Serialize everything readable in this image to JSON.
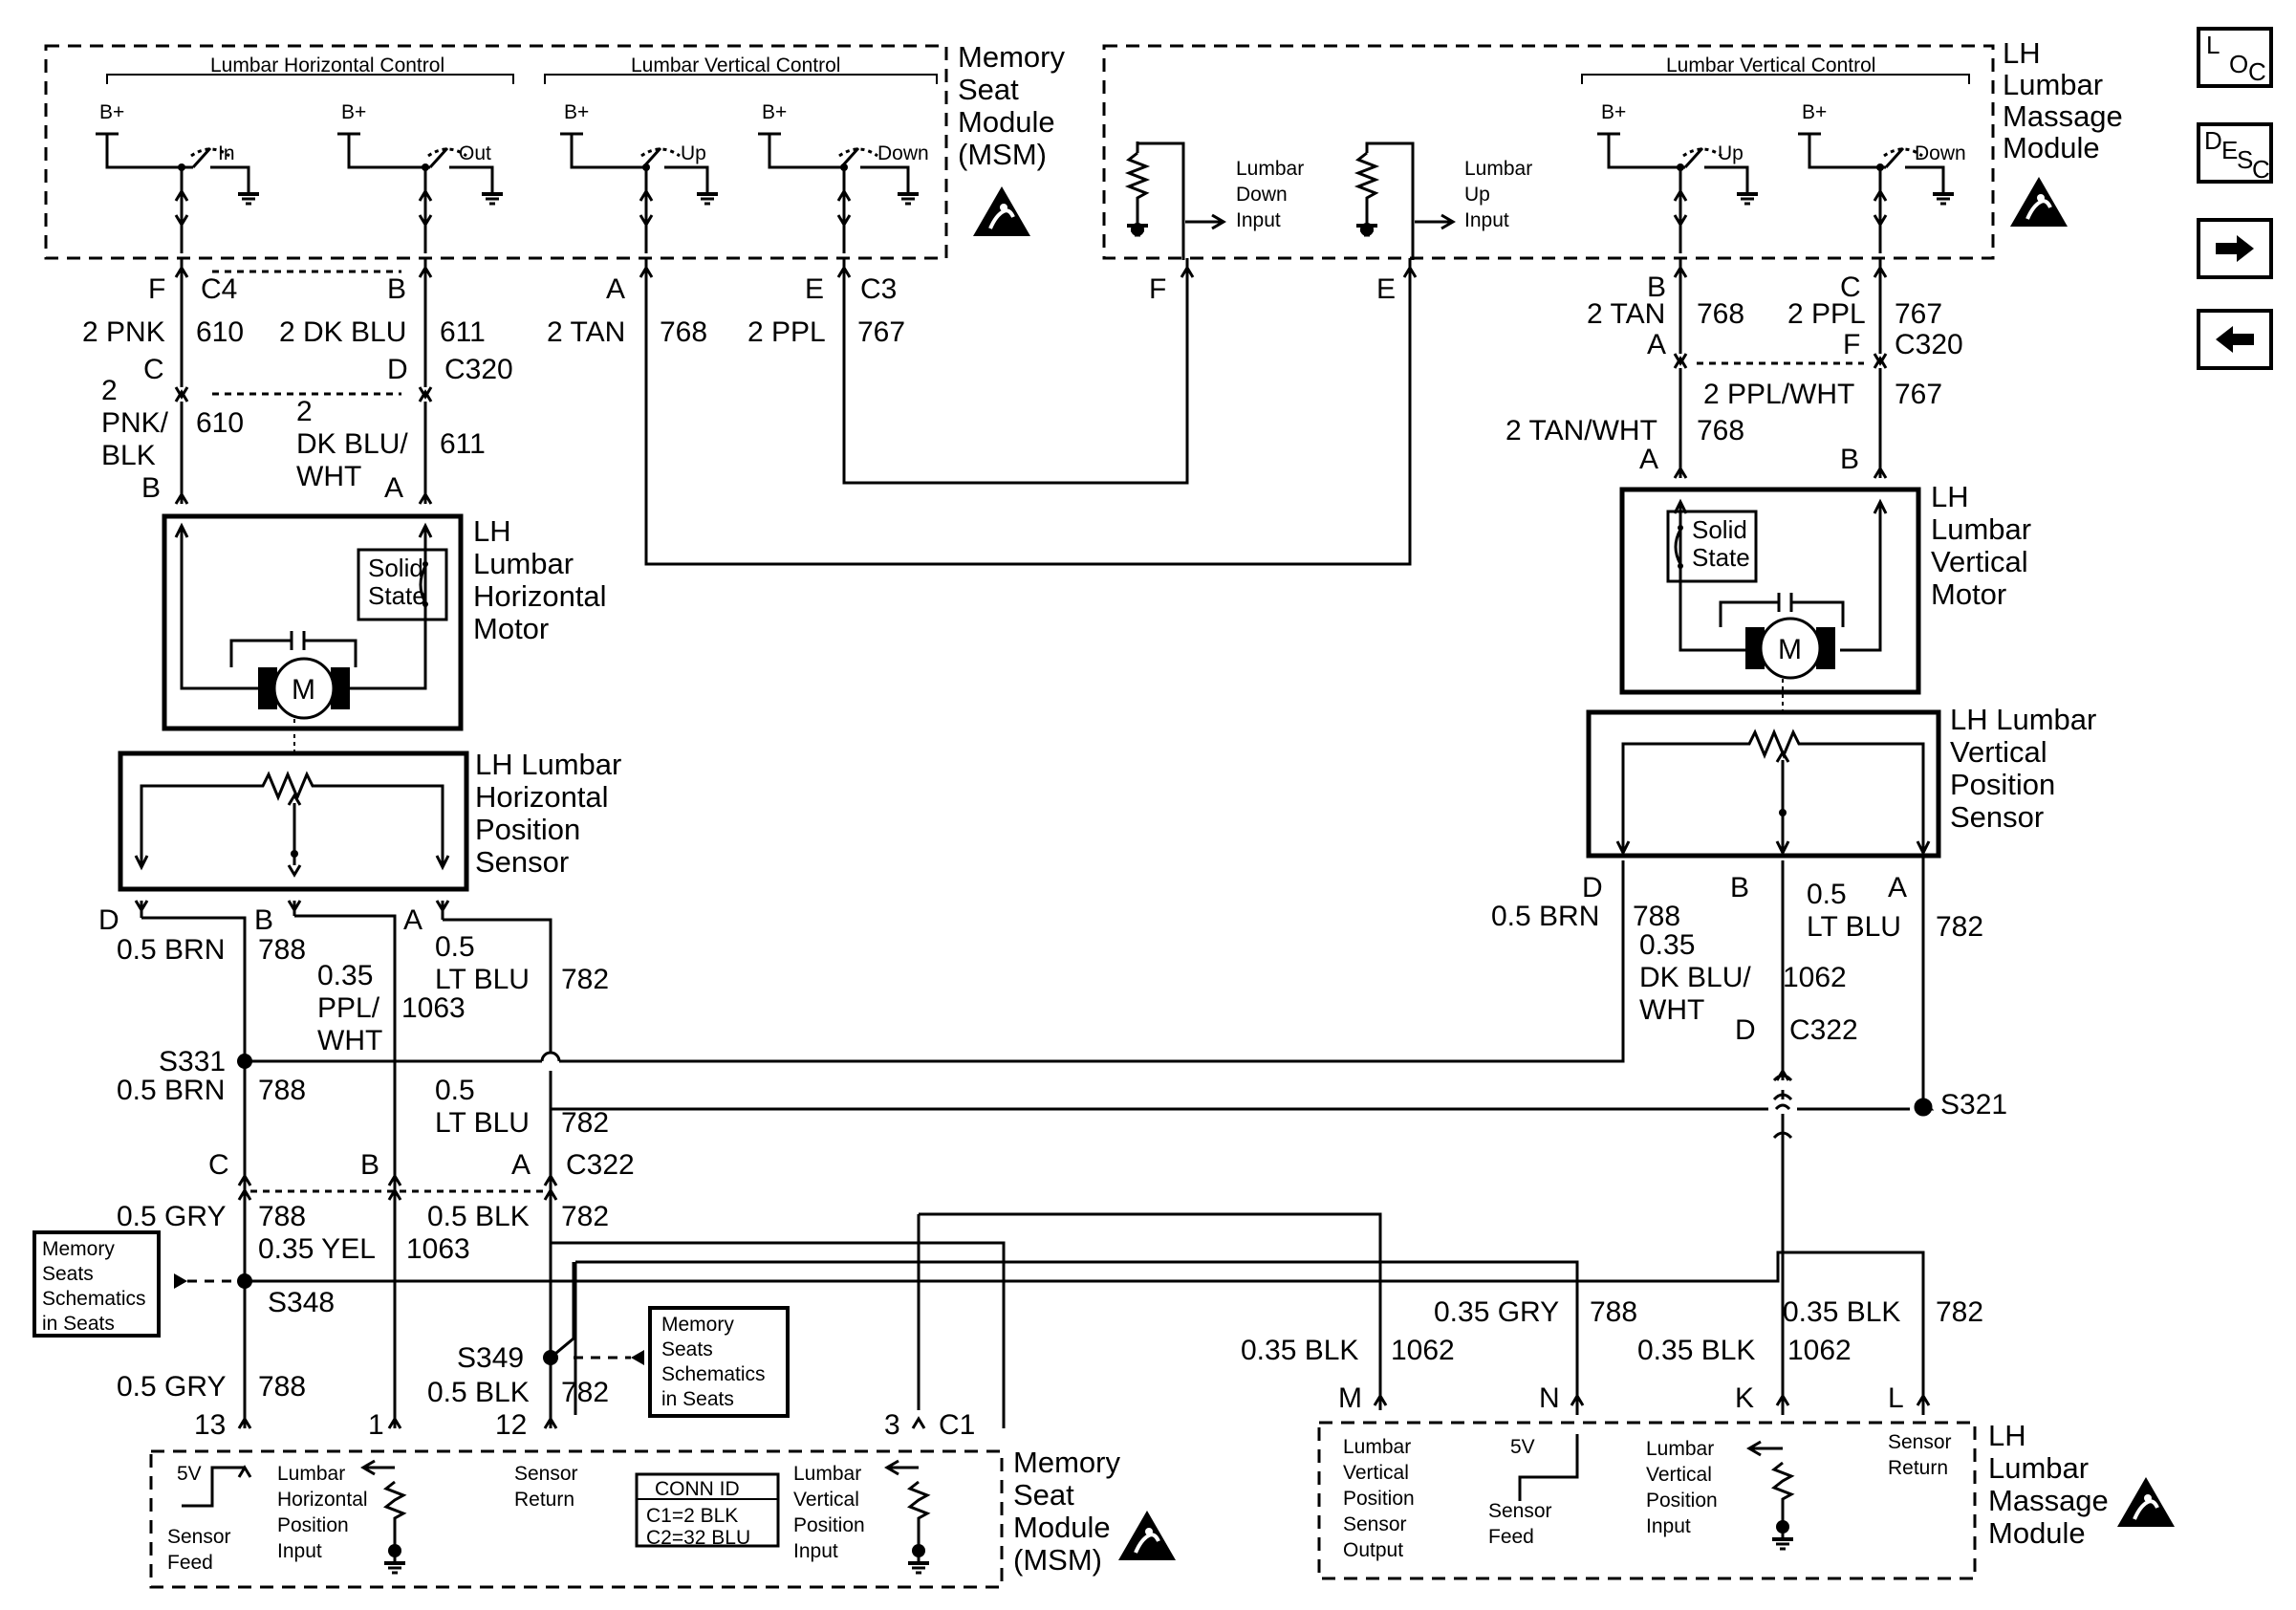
{
  "modules": {
    "msm_top": [
      "Memory",
      "Seat",
      "Module",
      "(MSM)"
    ],
    "massage_top": [
      "LH",
      "Lumbar",
      "Massage",
      "Module"
    ],
    "msm_bottom": [
      "Memory",
      "Seat",
      "Module",
      "(MSM)"
    ],
    "massage_bottom": [
      "LH",
      "Lumbar",
      "Massage",
      "Module"
    ]
  },
  "controls": {
    "horizontal": "Lumbar Horizontal Control",
    "vertical_msm": "Lumbar Vertical Control",
    "vertical_massage": "Lumbar Vertical Control"
  },
  "switches": {
    "bplus": "B+",
    "in": "In",
    "out": "Out",
    "up": "Up",
    "down": "Down"
  },
  "inputs": {
    "down": [
      "Lumbar",
      "Down",
      "Input"
    ],
    "up": [
      "Lumbar",
      "Up",
      "Input"
    ]
  },
  "components": {
    "horiz_motor": [
      "LH",
      "Lumbar",
      "Horizontal",
      "Motor"
    ],
    "vert_motor": [
      "LH",
      "Lumbar",
      "Vertical",
      "Motor"
    ],
    "horiz_sensor": [
      "LH Lumbar",
      "Horizontal",
      "Position",
      "Sensor"
    ],
    "vert_sensor": [
      "LH Lumbar",
      "Vertical",
      "Position",
      "Sensor"
    ],
    "solid_state": [
      "Solid",
      "State"
    ],
    "motor_symbol": "M"
  },
  "connectors": {
    "c4": "C4",
    "c3": "C3",
    "c320": "C320",
    "c322": "C322",
    "c1": "C1"
  },
  "pins": {
    "f": "F",
    "b": "B",
    "a": "A",
    "e": "E",
    "c": "C",
    "d": "D",
    "m": "M",
    "n": "N",
    "k": "K",
    "l": "L",
    "p13": "13",
    "p1": "1",
    "p12": "12",
    "p3": "3"
  },
  "wires": {
    "pnk2": "2 PNK",
    "c610": "610",
    "dkblu2": "2 DK BLU",
    "c611": "611",
    "tan2": "2 TAN",
    "c768": "768",
    "ppl2": "2 PPL",
    "c767": "767",
    "pnkblk": [
      "2",
      "PNK/",
      "BLK"
    ],
    "dkbluwht": [
      "2",
      "DK BLU/",
      "WHT"
    ],
    "pplwht2": "2 PPL/WHT",
    "tanwht2": "2 TAN/WHT",
    "brn05": "0.5 BRN",
    "c788": "788",
    "ppl035": [
      "0.35",
      "PPL/",
      "WHT"
    ],
    "c1063": "1063",
    "ltblu05": [
      "0.5",
      "LT BLU"
    ],
    "c782": "782",
    "dkbluwht035": [
      "0.35",
      "DK BLU/",
      "WHT"
    ],
    "c1062": "1062",
    "gry05": "0.5 GRY",
    "yel035": "0.35 YEL",
    "blk05": "0.5 BLK",
    "gry035": "0.35 GRY",
    "blk035": "0.35 BLK"
  },
  "splices": {
    "s331": "S331",
    "s321": "S321",
    "s348": "S348",
    "s349": "S349"
  },
  "references": {
    "schematics": [
      "Memory",
      "Seats",
      "Schematics",
      "in Seats"
    ]
  },
  "labels": {
    "v5": "5V",
    "sensor_feed": [
      "Sensor",
      "Feed"
    ],
    "horiz_pos_input": [
      "Lumbar",
      "Horizontal",
      "Position",
      "Input"
    ],
    "sensor_return": [
      "Sensor",
      "Return"
    ],
    "vert_pos_input": [
      "Lumbar",
      "Vertical",
      "Position",
      "Input"
    ],
    "vert_pos_sensor_output": [
      "Lumbar",
      "Vertical",
      "Position",
      "Sensor",
      "Output"
    ],
    "conn_id": [
      "CONN ID",
      "C1=2 BLK",
      "C2=32 BLU"
    ]
  },
  "nav": {
    "loc": [
      "L",
      "O",
      "C"
    ],
    "desc": [
      "D",
      "E",
      "S",
      "C"
    ],
    "next_icon": "arrow-right-icon",
    "prev_icon": "arrow-left-icon"
  }
}
